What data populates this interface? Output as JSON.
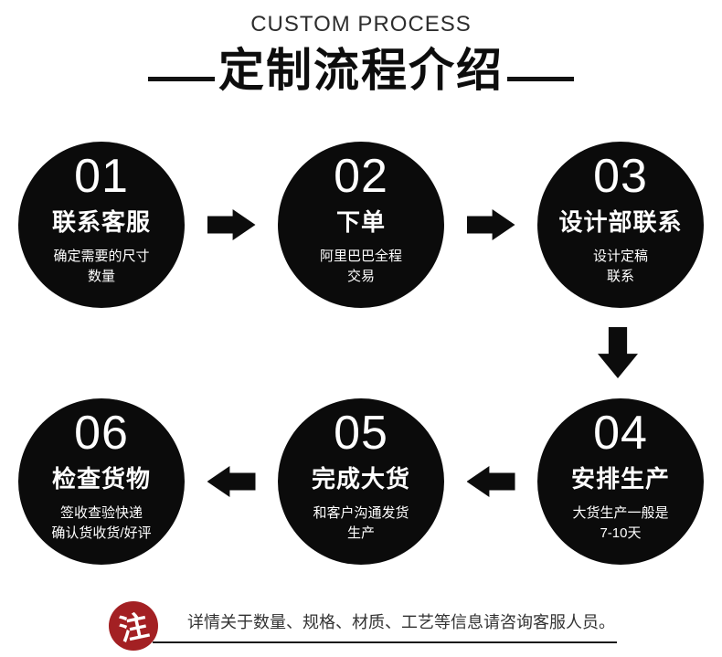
{
  "header": {
    "subtitle": "CUSTOM PROCESS",
    "title": "定制流程介绍"
  },
  "steps": [
    {
      "number": "01",
      "title": "联系客服",
      "desc1": "确定需要的尺寸",
      "desc2": "数量"
    },
    {
      "number": "02",
      "title": "下单",
      "desc1": "阿里巴巴全程",
      "desc2": "交易"
    },
    {
      "number": "03",
      "title": "设计部联系",
      "desc1": "设计定稿",
      "desc2": "联系"
    },
    {
      "number": "04",
      "title": "安排生产",
      "desc1": "大货生产一般是",
      "desc2": "7-10天"
    },
    {
      "number": "05",
      "title": "完成大货",
      "desc1": "和客户沟通发货",
      "desc2": "生产"
    },
    {
      "number": "06",
      "title": "检查货物",
      "desc1": "签收查验快递",
      "desc2": "确认货收货/好评"
    }
  ],
  "icons": {
    "arrow_right": "arrow-right",
    "arrow_left": "arrow-left",
    "arrow_down": "arrow-down"
  },
  "note": {
    "badge": "注",
    "text": "详情关于数量、规格、材质、工艺等信息请咨询客服人员。"
  },
  "colors": {
    "circle_black": "#0b0b0b",
    "note_red": "#a32023",
    "text_dark": "#333333"
  }
}
